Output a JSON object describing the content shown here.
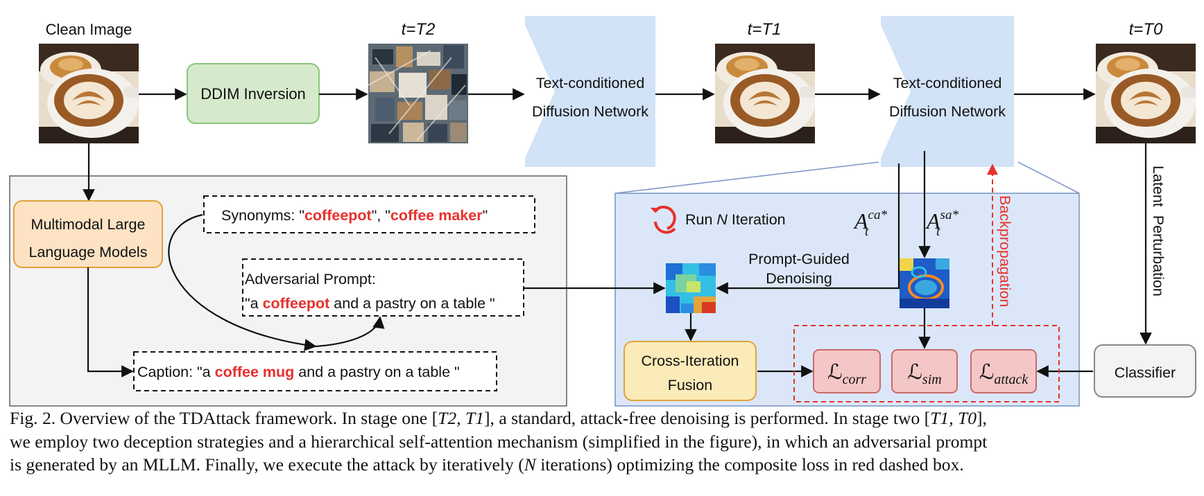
{
  "colors": {
    "accent_red": "#e8302c",
    "mllm_fill": "#fde2c4",
    "mllm_border": "#e1a23a",
    "ddim_fill": "#d5eacc",
    "ddim_border": "#8ac57a",
    "network_fill": "#d2e2f7",
    "panel_left_fill": "#f3f3f3",
    "panel_right_fill": "#dbe7f8",
    "loss_fill": "#f5c6c6",
    "fusion_fill": "#fbebb9"
  },
  "stages": {
    "clean_image": "Clean Image",
    "t2": "t=T2",
    "t1": "t=T1",
    "t0": "t=T0"
  },
  "blocks": {
    "ddim": "DDIM Inversion",
    "network1_line1": "Text-conditioned",
    "network1_line2": "Diffusion Network",
    "network2_line1": "Text-conditioned",
    "network2_line2": "Diffusion Network",
    "mllm_line1": "Multimodal Large",
    "mllm_line2": "Language Models",
    "classifier": "Classifier",
    "fusion_line1": "Cross-Iteration",
    "fusion_line2": "Fusion"
  },
  "texts": {
    "synonyms_prefix": "Synonyms: \"",
    "synonyms_word1": "coffeepot",
    "synonyms_mid": "\", \"",
    "synonyms_word2": "coffee maker",
    "synonyms_suffix": "\"",
    "adv_title": "Adversarial Prompt:",
    "adv_prefix": "\"a ",
    "adv_word": "coffeepot",
    "adv_suffix": " and a pastry on a table \"",
    "caption_prefix": "Caption: \"a ",
    "caption_word": "coffee mug",
    "caption_suffix": " and a pastry on a table \"",
    "run_prefix": "Run ",
    "run_n": "N",
    "run_suffix": " Iteration",
    "prompt_guided_line1": "Prompt-Guided",
    "prompt_guided_line2": "Denoising",
    "a_ca_base": "A",
    "a_ca_sub": "t",
    "a_ca_sup": "ca*",
    "a_sa_base": "A",
    "a_sa_sub": "t",
    "a_sa_sup": "sa*",
    "backprop": "Backpropagation",
    "latent": "Latent  Perturbation"
  },
  "losses": {
    "symbol": "ℒ",
    "corr": "corr",
    "sim": "sim",
    "attack": "attack"
  },
  "figure_caption": {
    "line1_a": "Fig. 2. Overview of the TDAttack framework. In stage one [",
    "line1_b": "T2, T1",
    "line1_c": "], a standard, attack-free denoising is performed. In stage two [",
    "line1_d": "T1, T0",
    "line1_e": "],",
    "line2": "we employ two deception strategies and a hierarchical self-attention mechanism (simplified in the figure), in which an adversarial prompt",
    "line3_a": "is generated by an MLLM. Finally, we execute the attack by iteratively (",
    "line3_b": "N",
    "line3_c": " iterations) optimizing the composite loss in red dashed box."
  }
}
